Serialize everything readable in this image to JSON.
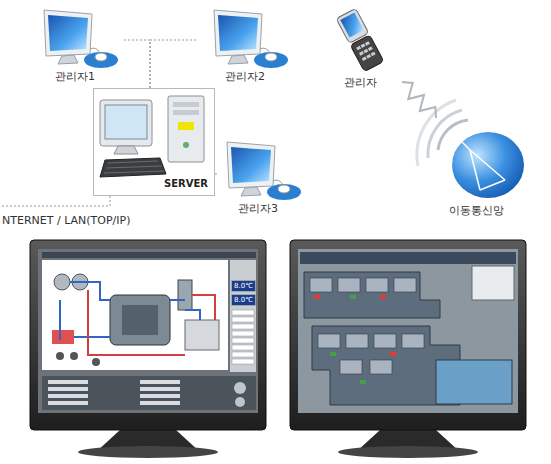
{
  "diagram": {
    "nodes": [
      {
        "text": [
          "관리자1"
        ]
      },
      {
        "text": [
          "관리자2"
        ]
      },
      {
        "text": [
          "관리자"
        ]
      },
      {
        "text": [
          "SERVER"
        ]
      },
      {
        "text": [
          "관리자3"
        ]
      },
      {
        "text": [
          "이동통신망"
        ]
      }
    ],
    "edges": [
      {
        "from": 0,
        "to": 3,
        "arrow": "none"
      },
      {
        "from": 1,
        "to": 3,
        "arrow": "none"
      },
      {
        "from": 3,
        "to": 4,
        "arrow": "none"
      },
      {
        "from": 2,
        "to": 5,
        "arrow": "none"
      }
    ],
    "labels": [
      "NTERNET / LAN(TOP/IP)",
      "8.0℃",
      "8.0℃"
    ]
  }
}
